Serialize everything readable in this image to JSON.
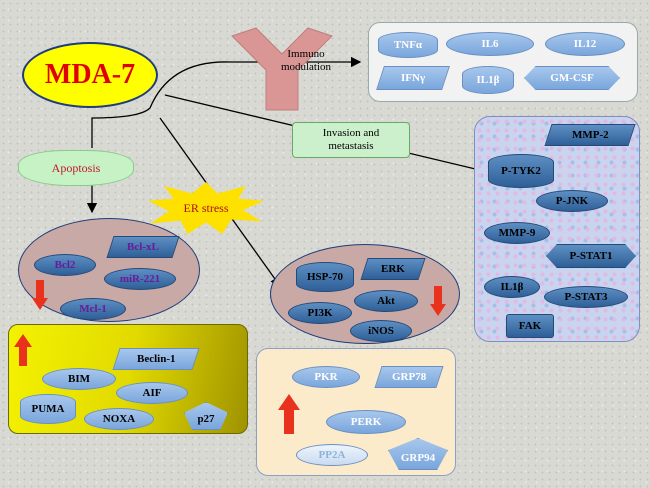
{
  "central": {
    "label": "MDA-7"
  },
  "immuno": {
    "label": "Immuno\nmodulation",
    "items": [
      "TNFα",
      "IL6",
      "IL12",
      "IFNγ",
      "IL1β",
      "GM-CSF"
    ]
  },
  "invasion": {
    "label": "Invasion and\nmetastasis",
    "items": [
      "MMP-2",
      "P-TYK2",
      "P-JNK",
      "MMP-9",
      "P-STAT1",
      "IL1β",
      "P-STAT3",
      "FAK"
    ]
  },
  "apoptosis": {
    "label": "Apoptosis",
    "down_items": [
      "Bcl-xL",
      "Bcl2",
      "miR-221",
      "Mcl-1"
    ],
    "up_items": [
      "Beclin-1",
      "BIM",
      "AIF",
      "PUMA",
      "NOXA",
      "p27"
    ]
  },
  "er_stress": {
    "label": "ER stress",
    "down_items": [
      "HSP-70",
      "ERK",
      "Akt",
      "PI3K",
      "iNOS"
    ],
    "up_items": [
      "PKR",
      "GRP78",
      "PERK",
      "PP2A",
      "GRP94"
    ]
  },
  "colors": {
    "up_arrow": "#e8321e",
    "down_arrow": "#e8321e",
    "central_fill": "#ffff00",
    "central_text": "#e00000"
  }
}
